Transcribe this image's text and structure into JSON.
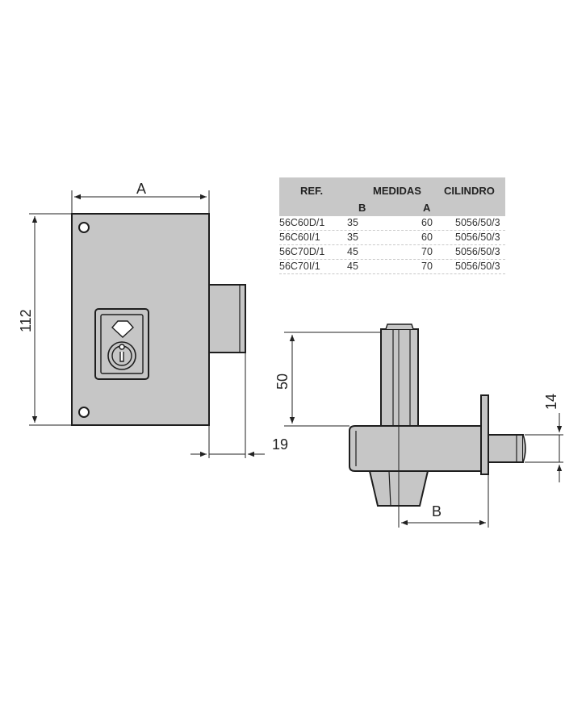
{
  "dimensions": {
    "a_width": "A",
    "height_112": "112",
    "cylinder_19": "19",
    "bolt_50": "50",
    "bolt_14": "14",
    "b_depth": "B"
  },
  "table": {
    "headers": {
      "ref": "REF.",
      "medidas": "MEDIDAS",
      "cilindro": "CILINDRO",
      "b": "B",
      "a": "A"
    },
    "rows": [
      {
        "ref": "56C60D/1",
        "b": "35",
        "a": "60",
        "cilindro": "5056/50/3"
      },
      {
        "ref": "56C60I/1",
        "b": "35",
        "a": "60",
        "cilindro": "5056/50/3"
      },
      {
        "ref": "56C70D/1",
        "b": "45",
        "a": "70",
        "cilindro": "5056/50/3"
      },
      {
        "ref": "56C70I/1",
        "b": "45",
        "a": "70",
        "cilindro": "5056/50/3"
      }
    ]
  },
  "colors": {
    "body_fill": "#c6c6c6",
    "outline": "#1e1e1e",
    "header_fill": "#c8c8c8"
  }
}
